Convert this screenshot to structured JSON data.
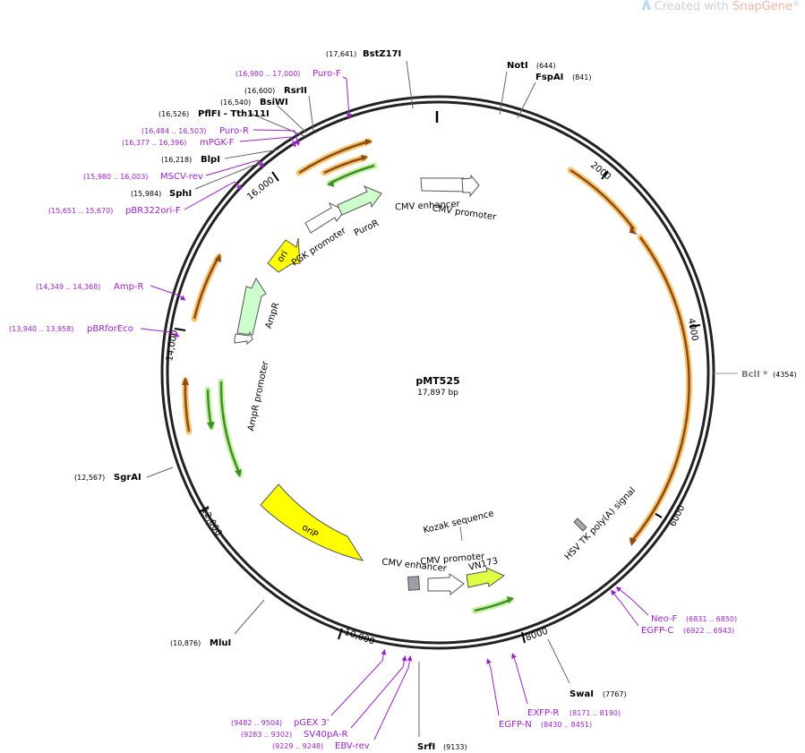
{
  "watermark": {
    "prefix": "Created with ",
    "brand": "SnapGene",
    "reg": "®"
  },
  "plasmid": {
    "name": "pMT525",
    "length_label": "17,897 bp",
    "total_bp": 17897
  },
  "colors": {
    "site_black": "#000000",
    "site_gray": "#808080",
    "primer": "#9b22c8",
    "primer_arrow_fill": "#8a4a1a",
    "primer_arrow_halo": "#f7c46b",
    "green_arrow": "#3e8f24",
    "green_halo": "#c8f0a8",
    "ori_yellow": "#ffff00",
    "feature_green": "#ccffcc",
    "promoter_white": "#ffffff",
    "vn_green": "#ddff44"
  },
  "ticks": [
    {
      "label": "2000",
      "bp": 2000
    },
    {
      "label": "4000",
      "bp": 4000
    },
    {
      "label": "6000",
      "bp": 6000
    },
    {
      "label": "8000",
      "bp": 8000
    },
    {
      "label": "10,000",
      "bp": 10000
    },
    {
      "label": "12,000",
      "bp": 12000
    },
    {
      "label": "14,000",
      "bp": 14000
    },
    {
      "label": "16,000",
      "bp": 16000
    }
  ],
  "sites": [
    {
      "name": "BstZ17I",
      "pos": "(17,641)",
      "bp": 17641,
      "color": "black"
    },
    {
      "name": "NotI",
      "pos": "(644)",
      "bp": 644,
      "color": "black"
    },
    {
      "name": "FspAI",
      "pos": "(841)",
      "bp": 841,
      "color": "black"
    },
    {
      "name": "BclI *",
      "pos": "(4354)",
      "bp": 4354,
      "color": "gray"
    },
    {
      "name": "SwaI",
      "pos": "(7767)",
      "bp": 7767,
      "color": "black"
    },
    {
      "name": "SrfI",
      "pos": "(9133)",
      "bp": 9133,
      "color": "black"
    },
    {
      "name": "MluI",
      "pos": "(10,876)",
      "bp": 10876,
      "color": "black"
    },
    {
      "name": "SgrAI",
      "pos": "(12,567)",
      "bp": 12567,
      "color": "black"
    },
    {
      "name": "SphI",
      "pos": "(15,984)",
      "bp": 15984,
      "color": "black"
    },
    {
      "name": "BlpI",
      "pos": "(16,218)",
      "bp": 16218,
      "color": "black"
    },
    {
      "name": "PflFI - Tth111I",
      "pos": "(16,526)",
      "bp": 16526,
      "color": "black"
    },
    {
      "name": "BsiWI",
      "pos": "(16,540)",
      "bp": 16540,
      "color": "black"
    },
    {
      "name": "RsrII",
      "pos": "(16,600)",
      "bp": 16600,
      "color": "black"
    }
  ],
  "primers": [
    {
      "name": "Puro-F",
      "range": "(16,980 .. 17,000)",
      "bp": 16990
    },
    {
      "name": "Puro-R",
      "range": "(16,484 .. 16,503)",
      "bp": 16493
    },
    {
      "name": "mPGK-F",
      "range": "(16,377 .. 16,396)",
      "bp": 16386
    },
    {
      "name": "MSCV-rev",
      "range": "(15,980 .. 16,003)",
      "bp": 15991
    },
    {
      "name": "pBR322ori-F",
      "range": "(15,651 .. 15,670)",
      "bp": 15660
    },
    {
      "name": "Amp-R",
      "range": "(14,349 .. 14,368)",
      "bp": 14358
    },
    {
      "name": "pBRforEco",
      "range": "(13,940 .. 13,958)",
      "bp": 13949
    },
    {
      "name": "Neo-F",
      "range": "(6831 .. 6850)",
      "bp": 6840
    },
    {
      "name": "EGFP-C",
      "range": "(6922 .. 6943)",
      "bp": 6932
    },
    {
      "name": "EXFP-R",
      "range": "(8171 .. 8190)",
      "bp": 8180
    },
    {
      "name": "EGFP-N",
      "range": "(8430 .. 8451)",
      "bp": 8440
    },
    {
      "name": "pGEX 3'",
      "range": "(9482 .. 9504)",
      "bp": 9493
    },
    {
      "name": "SV40pA-R",
      "range": "(9283 .. 9302)",
      "bp": 9292
    },
    {
      "name": "EBV-rev",
      "range": "(9229 .. 9248)",
      "bp": 9238
    }
  ],
  "features": [
    {
      "name": "CMV enhancer",
      "type": "enhancer"
    },
    {
      "name": "CMV promoter",
      "type": "promoter"
    },
    {
      "name": "PuroR",
      "type": "cds"
    },
    {
      "name": "PGK promoter",
      "type": "promoter"
    },
    {
      "name": "ori",
      "type": "rep_origin"
    },
    {
      "name": "AmpR",
      "type": "cds"
    },
    {
      "name": "AmpR promoter",
      "type": "promoter"
    },
    {
      "name": "oriP",
      "type": "rep_origin"
    },
    {
      "name": "Kozak sequence",
      "type": "misc"
    },
    {
      "name": "CMV promoter",
      "type": "promoter"
    },
    {
      "name": "CMV enhancer",
      "type": "enhancer"
    },
    {
      "name": "VN173",
      "type": "cds"
    },
    {
      "name": "HSV TK poly(A) signal",
      "type": "polyA"
    }
  ]
}
